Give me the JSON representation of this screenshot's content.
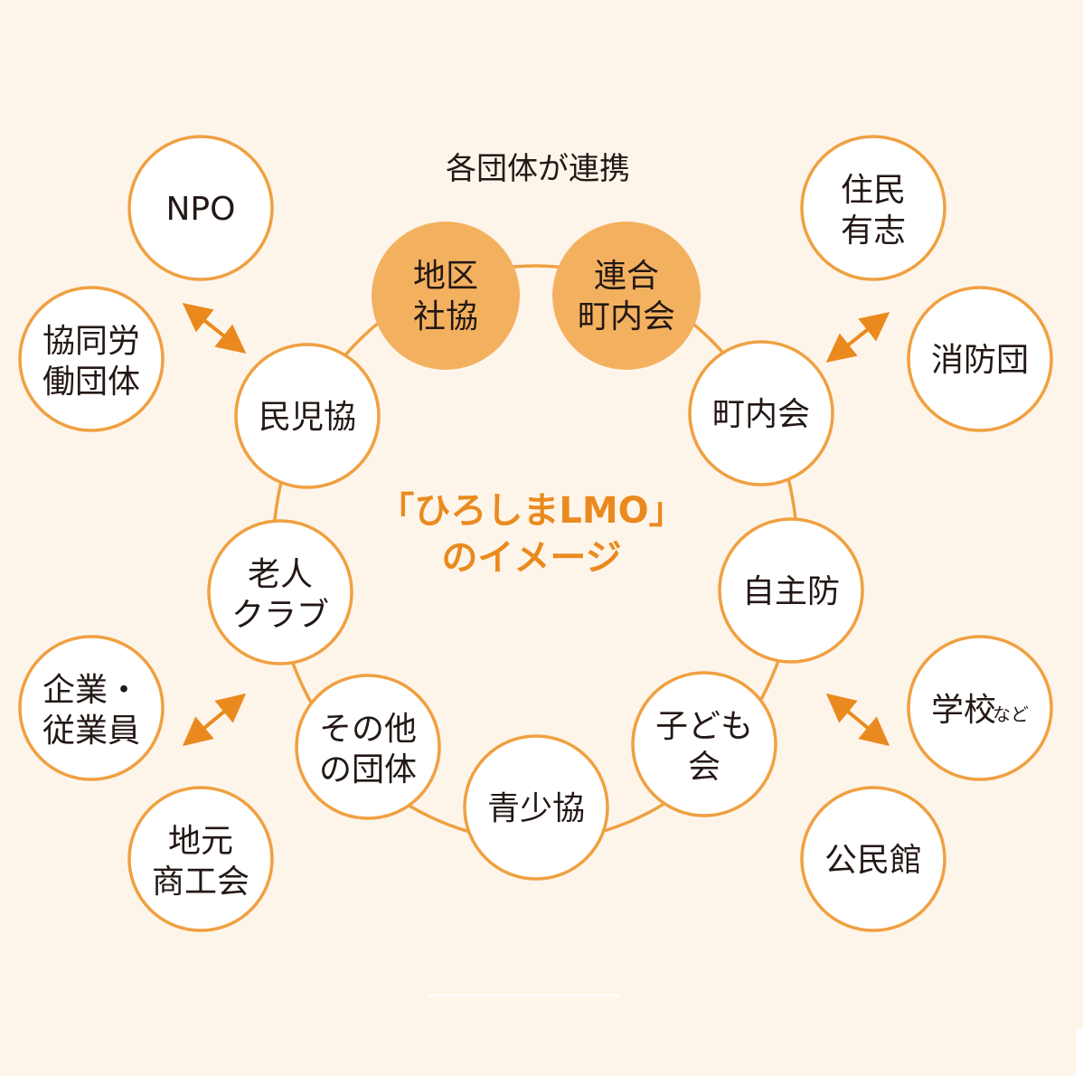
{
  "heading": "各団体が連携",
  "center_title": [
    "「ひろしまLMO」",
    "のイメージ"
  ],
  "core_nodes": [
    {
      "lines": [
        "地区",
        "社協"
      ]
    },
    {
      "lines": [
        "連合",
        "町内会"
      ]
    }
  ],
  "ring_nodes": [
    {
      "lines": [
        "町内会"
      ]
    },
    {
      "lines": [
        "自主防"
      ]
    },
    {
      "lines": [
        "子ども",
        "会"
      ]
    },
    {
      "lines": [
        "青少協"
      ]
    },
    {
      "lines": [
        "その他",
        "の団体"
      ]
    },
    {
      "lines": [
        "老人",
        "クラブ"
      ]
    },
    {
      "lines": [
        "民児協"
      ]
    }
  ],
  "outer_nodes": [
    {
      "lines": [
        "NPO"
      ]
    },
    {
      "lines": [
        "協同労",
        "働団体"
      ]
    },
    {
      "lines": [
        "住民",
        "有志"
      ]
    },
    {
      "lines": [
        "消防団"
      ]
    },
    {
      "lines": [
        "企業・",
        "従業員"
      ]
    },
    {
      "lines": [
        "地元",
        "商工会"
      ]
    },
    {
      "lines": [
        "学校"
      ],
      "suffix": "など"
    },
    {
      "lines": [
        "公民館"
      ]
    }
  ],
  "colors": {
    "background": "#fef5ea",
    "accent": "#ea8a1e",
    "core_fill": "#f3b160",
    "node_stroke": "#f0a041",
    "text": "#231815"
  }
}
